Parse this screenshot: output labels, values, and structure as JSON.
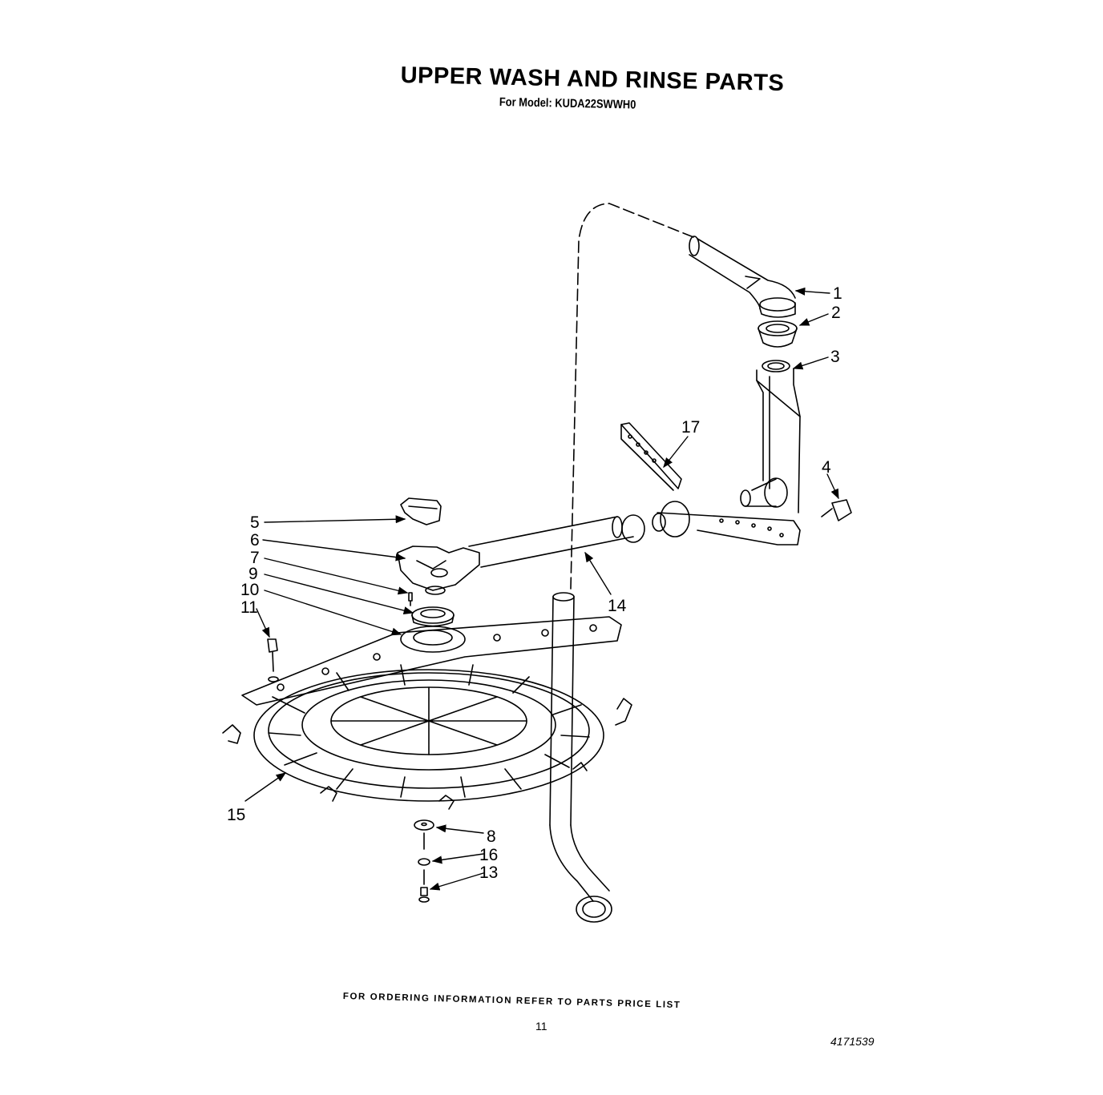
{
  "header": {
    "title": "UPPER WASH AND RINSE PARTS",
    "subtitle": "For Model: KUDA22SWWH0"
  },
  "callouts": {
    "c1": "1",
    "c2": "2",
    "c3": "3",
    "c4": "4",
    "c5": "5",
    "c6": "6",
    "c7": "7",
    "c8": "8",
    "c9": "9",
    "c10": "10",
    "c11": "11",
    "c13": "13",
    "c14": "14",
    "c15": "15",
    "c16": "16",
    "c17": "17"
  },
  "footer": {
    "note": "FOR ORDERING INFORMATION REFER TO PARTS PRICE LIST",
    "page_number": "11",
    "doc_number": "4171539"
  }
}
